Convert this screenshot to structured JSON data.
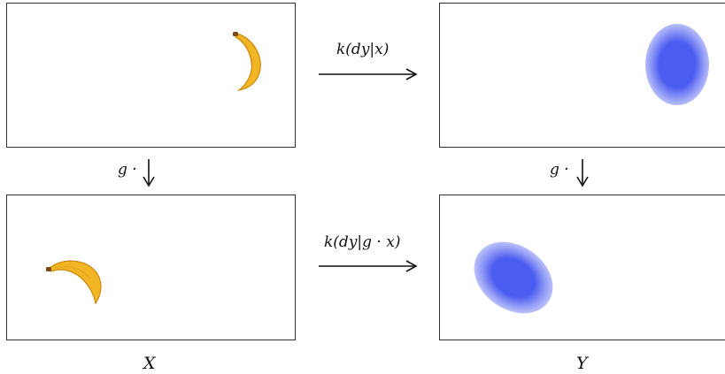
{
  "diagram": {
    "top_arrow_label": "k(dy|x)",
    "bottom_arrow_label": "k(dy|g · x)",
    "left_action_label": "g ·",
    "right_action_label": "g ·",
    "space_x_label": "X",
    "space_y_label": "Y"
  },
  "colors": {
    "banana": "#f2b625",
    "banana_dark": "#c98a12",
    "density": "#4b5cf0",
    "frame": "#333333",
    "arrow": "#111111"
  },
  "icons": {
    "object": "banana-icon",
    "distribution": "gaussian-blob"
  }
}
